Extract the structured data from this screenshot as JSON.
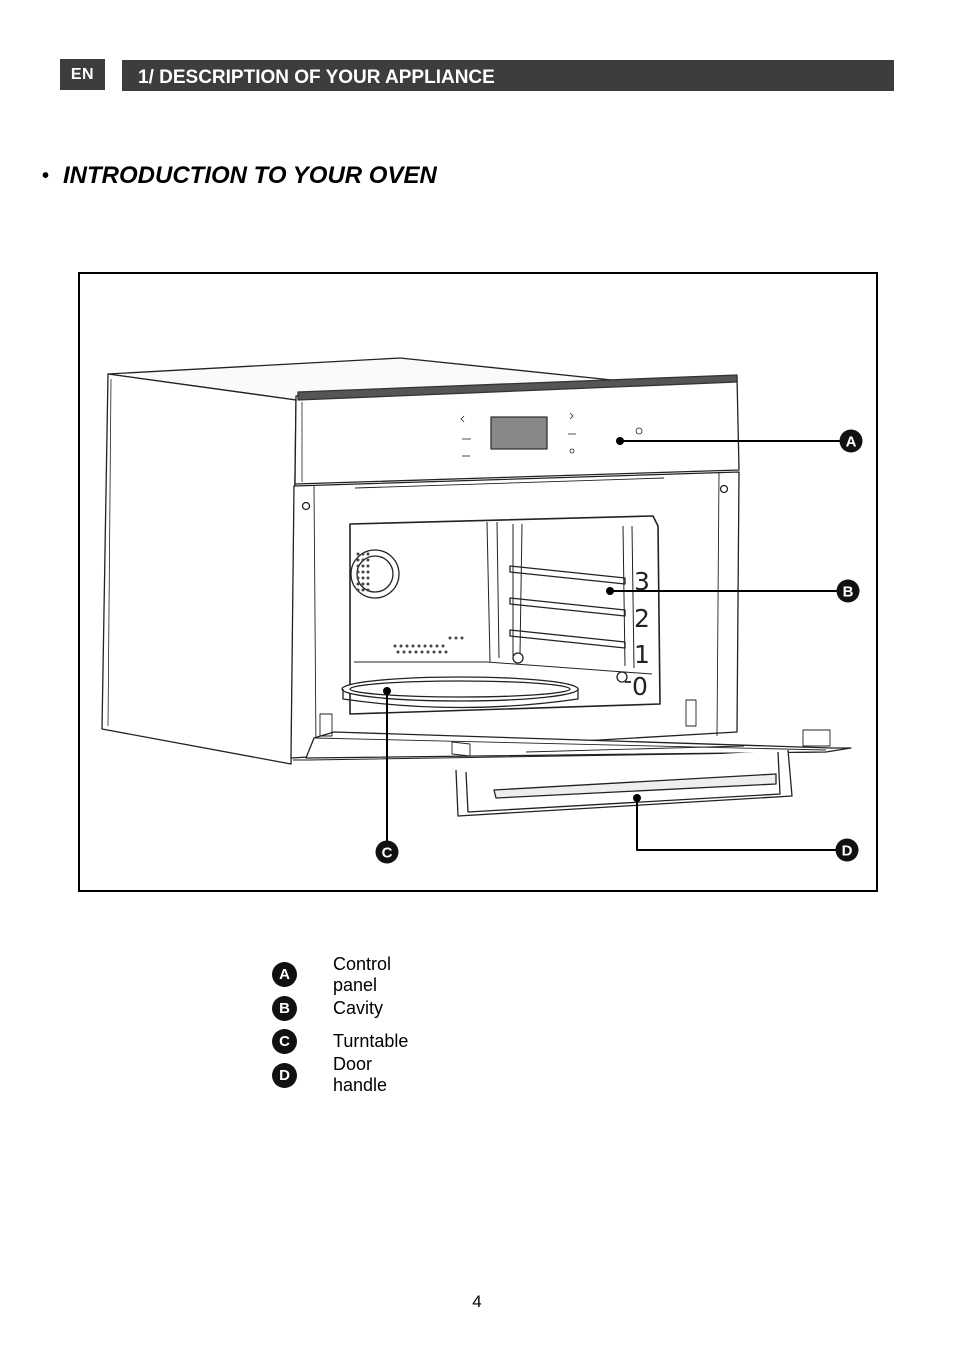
{
  "header": {
    "language_badge": "EN",
    "section_title": "1/ DESCRIPTION OF YOUR APPLIANCE"
  },
  "intro": {
    "bullet": "•",
    "title": "INTRODUCTION TO YOUR OVEN"
  },
  "figure": {
    "callouts": [
      "A",
      "B",
      "C",
      "D"
    ],
    "shelf_levels": [
      "3",
      "2",
      "1",
      "0"
    ]
  },
  "legend": {
    "items": [
      {
        "marker": "A",
        "label": "Control panel"
      },
      {
        "marker": "B",
        "label": "Cavity"
      },
      {
        "marker": "C",
        "label": "Turntable"
      },
      {
        "marker": "D",
        "label": "Door handle"
      }
    ]
  },
  "footer": {
    "page_number": "4"
  }
}
